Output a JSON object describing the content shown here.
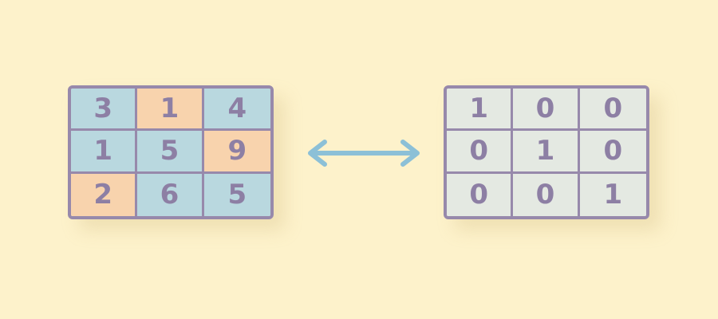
{
  "colors": {
    "background": "#fdf2cb",
    "grid_border": "#9789ab",
    "digit": "#8d7fa4",
    "cell_blue": "#b9d8df",
    "cell_orange": "#f8d3ad",
    "cell_light": "#e4e9e2",
    "arrow": "#8cc0d7"
  },
  "left_matrix": {
    "cells": [
      {
        "value": "3",
        "fill": "blue"
      },
      {
        "value": "1",
        "fill": "orange"
      },
      {
        "value": "4",
        "fill": "blue"
      },
      {
        "value": "1",
        "fill": "blue"
      },
      {
        "value": "5",
        "fill": "blue"
      },
      {
        "value": "9",
        "fill": "orange"
      },
      {
        "value": "2",
        "fill": "orange"
      },
      {
        "value": "6",
        "fill": "blue"
      },
      {
        "value": "5",
        "fill": "blue"
      }
    ]
  },
  "connector": {
    "icon": "double-headed-arrow-icon"
  },
  "right_matrix": {
    "cells": [
      {
        "value": "1",
        "fill": "light"
      },
      {
        "value": "0",
        "fill": "light"
      },
      {
        "value": "0",
        "fill": "light"
      },
      {
        "value": "0",
        "fill": "light"
      },
      {
        "value": "1",
        "fill": "light"
      },
      {
        "value": "0",
        "fill": "light"
      },
      {
        "value": "0",
        "fill": "light"
      },
      {
        "value": "0",
        "fill": "light"
      },
      {
        "value": "1",
        "fill": "light"
      }
    ]
  }
}
